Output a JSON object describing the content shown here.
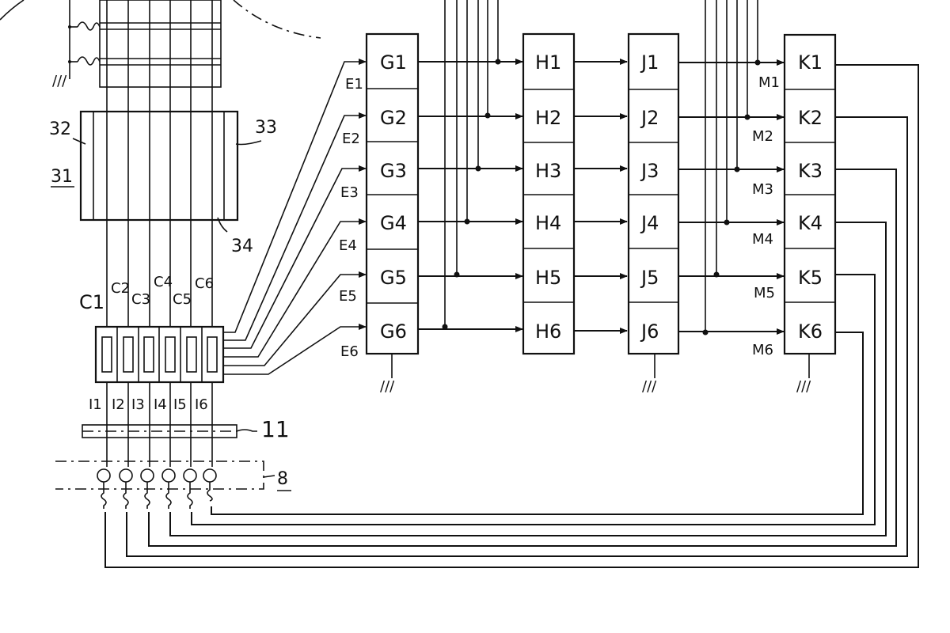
{
  "figure": {
    "reference_numerals": {
      "assembly": "31",
      "left_part": "32",
      "right_part": "33",
      "inner_part": "34",
      "bar": "11",
      "unit": "8"
    },
    "sensors": [
      "C1",
      "C2",
      "C3",
      "C4",
      "C5",
      "C6"
    ],
    "currents": [
      "I1",
      "I2",
      "I3",
      "I4",
      "I5",
      "I6"
    ],
    "signals_e": [
      "E1",
      "E2",
      "E3",
      "E4",
      "E5",
      "E6"
    ],
    "signals_m": [
      "M1",
      "M2",
      "M3",
      "M4",
      "M5",
      "M6"
    ],
    "columns": [
      {
        "letter": "G",
        "blocks": [
          "G1",
          "G2",
          "G3",
          "G4",
          "G5",
          "G6"
        ]
      },
      {
        "letter": "H",
        "blocks": [
          "H1",
          "H2",
          "H3",
          "H4",
          "H5",
          "H6"
        ]
      },
      {
        "letter": "J",
        "blocks": [
          "J1",
          "J2",
          "J3",
          "J4",
          "J5",
          "J6"
        ]
      },
      {
        "letter": "K",
        "blocks": [
          "K1",
          "K2",
          "K3",
          "K4",
          "K5",
          "K6"
        ]
      }
    ],
    "ground_symbol": "///"
  }
}
